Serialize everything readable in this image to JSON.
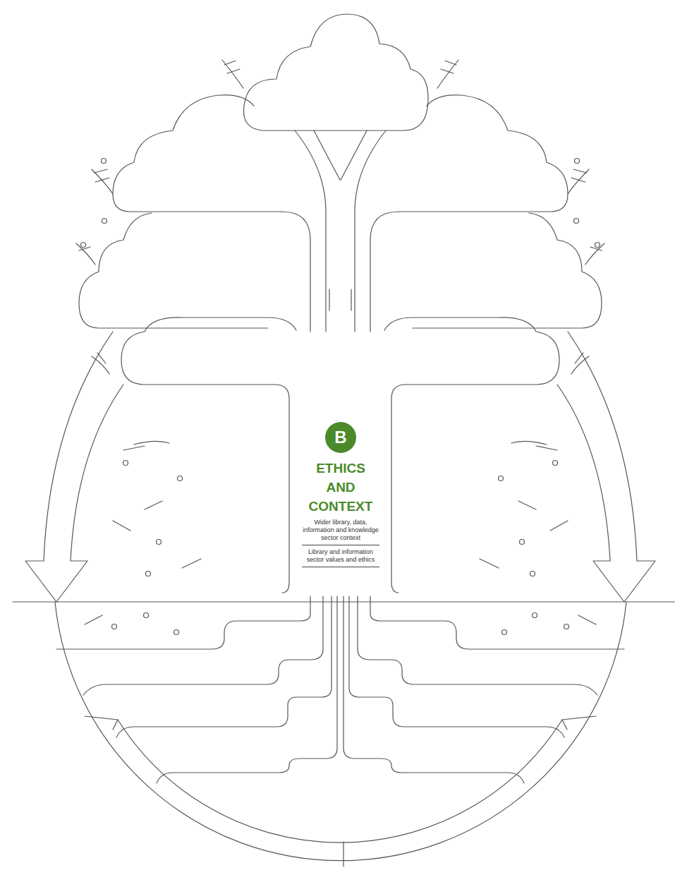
{
  "diagram": {
    "nodes": [
      {
        "text": [
          "B"
        ]
      }
    ],
    "labels": [
      "ETHICS AND CONTEXT",
      "Wider library, data, information and knowledge sector context",
      "Library and information sector values and ethics"
    ]
  }
}
